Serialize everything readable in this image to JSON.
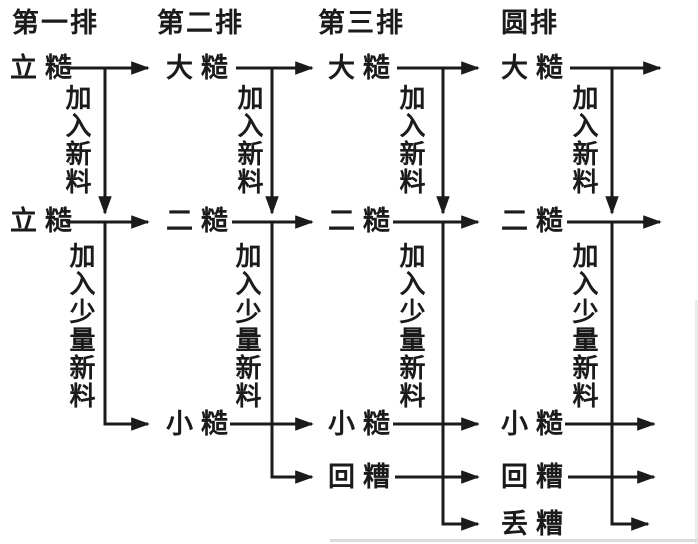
{
  "diagram": {
    "description_type": "flowchart",
    "columns": [
      {
        "header": "第一排",
        "nodes": [
          "立糙",
          "立糙"
        ],
        "between_labels": [
          "加入新料",
          "加入少量新料"
        ]
      },
      {
        "header": "第二排",
        "nodes": [
          "大糙",
          "二糙",
          "小糙"
        ],
        "between_labels": [
          "加入新料",
          "加入少量新料"
        ]
      },
      {
        "header": "第三排",
        "nodes": [
          "大糙",
          "二糙",
          "小糙",
          "回糟"
        ],
        "between_labels": [
          "加入新料",
          "加入少量新料"
        ]
      },
      {
        "header": "圆排",
        "nodes": [
          "大糙",
          "二糙",
          "小糙",
          "回糟",
          "丢糟"
        ],
        "between_labels": [
          "加入新料",
          "加入少量新料"
        ]
      }
    ],
    "colors": {
      "ink": "#1b1b1b",
      "background": "#ffffff"
    }
  }
}
